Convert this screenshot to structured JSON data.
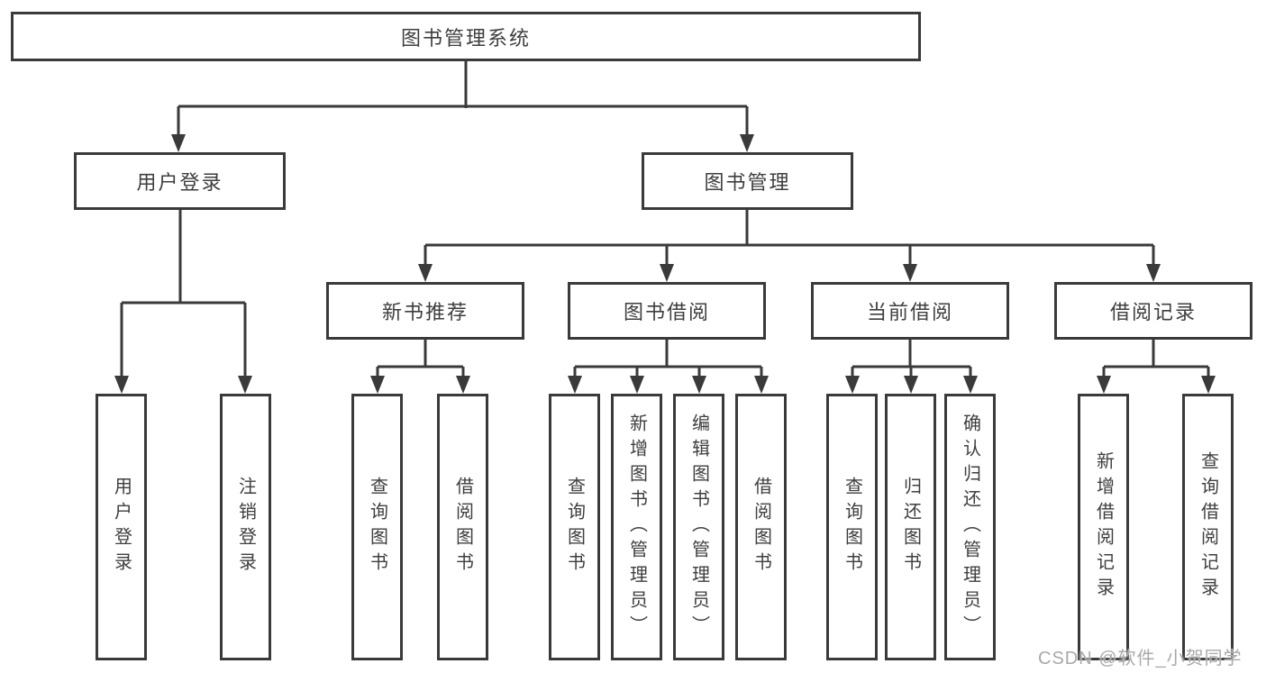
{
  "tree": {
    "root": {
      "label": "图书管理系统"
    },
    "children": [
      {
        "label": "用户登录",
        "children": [
          {
            "label": "用户登录"
          },
          {
            "label": "注销登录"
          }
        ]
      },
      {
        "label": "图书管理",
        "children": [
          {
            "label": "新书推荐",
            "children": [
              {
                "label": "查询图书"
              },
              {
                "label": "借阅图书"
              }
            ]
          },
          {
            "label": "图书借阅",
            "children": [
              {
                "label": "查询图书"
              },
              {
                "label": "新增图书（管理员）"
              },
              {
                "label": "编辑图书（管理员）"
              },
              {
                "label": "借阅图书"
              }
            ]
          },
          {
            "label": "当前借阅",
            "children": [
              {
                "label": "查询图书"
              },
              {
                "label": "归还图书"
              },
              {
                "label": "确认归还（管理员）"
              }
            ]
          },
          {
            "label": "借阅记录",
            "children": [
              {
                "label": "新增借阅记录"
              },
              {
                "label": "查询借阅记录"
              }
            ]
          }
        ]
      }
    ]
  },
  "watermark": "CSDN @软件_小贺同学",
  "colors": {
    "line": "#3a3a3a",
    "text": "#3e3e3e",
    "watermark": "#a9a9a9",
    "background": "#ffffff"
  }
}
